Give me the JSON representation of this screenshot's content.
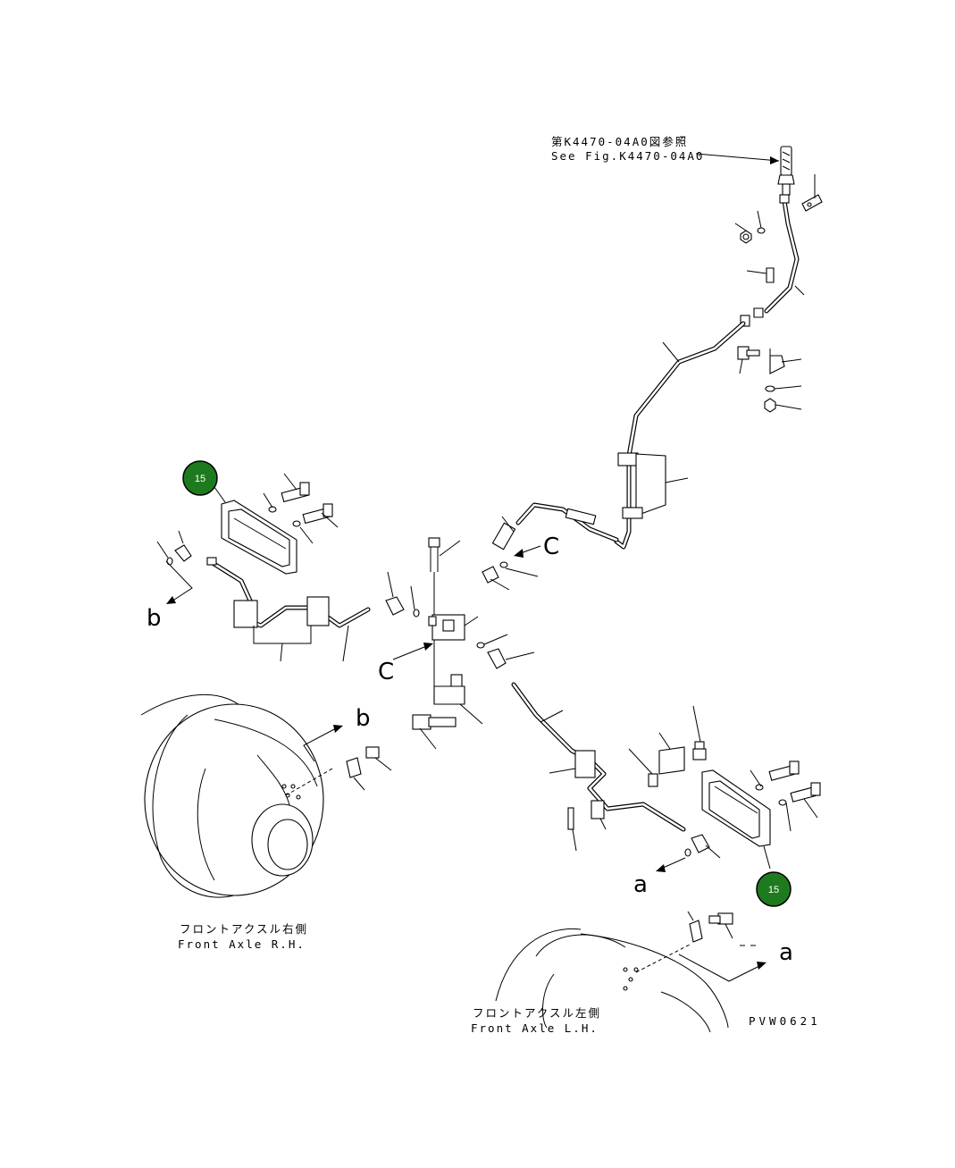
{
  "reference": {
    "line_jp": "第K4470-04A0図参照",
    "line_en": "See Fig.K4470-04A0"
  },
  "callouts": {
    "a": "a",
    "b": "b",
    "c": "C"
  },
  "axle_rh": {
    "jp": "フロントアクスル右側",
    "en": "Front Axle R.H."
  },
  "axle_lh": {
    "jp": "フロントアクスル左側",
    "en": "Front Axle L.H."
  },
  "drawing_code": "PVW0621",
  "badges": {
    "left": "15",
    "right": "15"
  },
  "colors": {
    "badge_fill": "#1e7a1e",
    "line": "#000000",
    "background": "#ffffff"
  }
}
